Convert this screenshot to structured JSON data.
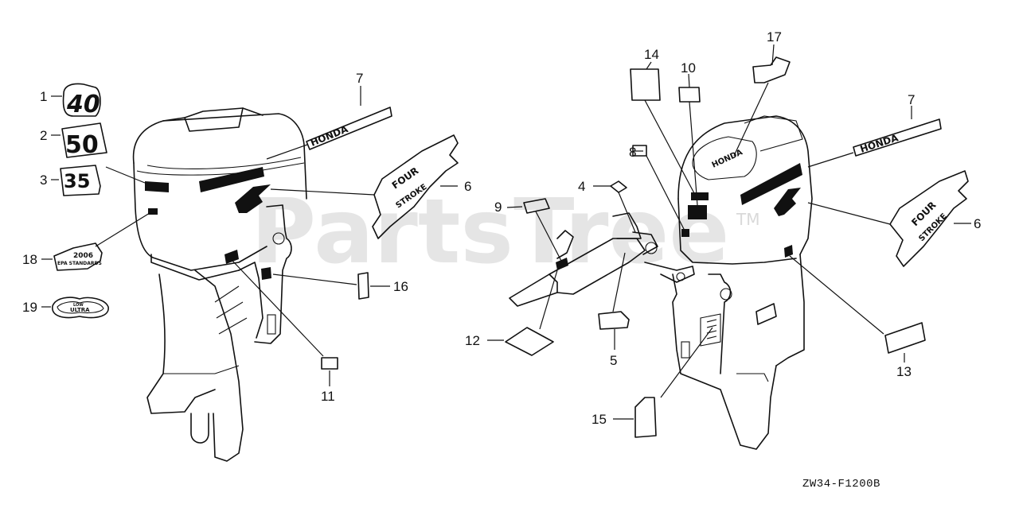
{
  "diagram": {
    "drawing_code": "ZW34-F1200B",
    "watermark": "PartsTree",
    "trademark": "TM",
    "callouts": [
      "1",
      "2",
      "3",
      "4",
      "5",
      "6",
      "7",
      "8",
      "9",
      "10",
      "11",
      "12",
      "13",
      "14",
      "15",
      "16",
      "17",
      "18",
      "19"
    ],
    "left_callouts": [
      "1",
      "2",
      "3",
      "18",
      "19",
      "7",
      "6",
      "16",
      "11"
    ],
    "right_callouts": [
      "14",
      "10",
      "17",
      "8",
      "4",
      "9",
      "7",
      "6",
      "5",
      "12",
      "13",
      "15"
    ],
    "decals": {
      "num_40": "40",
      "num_50": "50",
      "num_35": "35",
      "honda": "HONDA",
      "four_stroke_a": "FOUR",
      "four_stroke_b": "STROKE",
      "standard_a": "2006",
      "standard_b": "EPA STANDARDS",
      "ultra_a": "ULTRA",
      "ultra_b": "LOW"
    }
  }
}
